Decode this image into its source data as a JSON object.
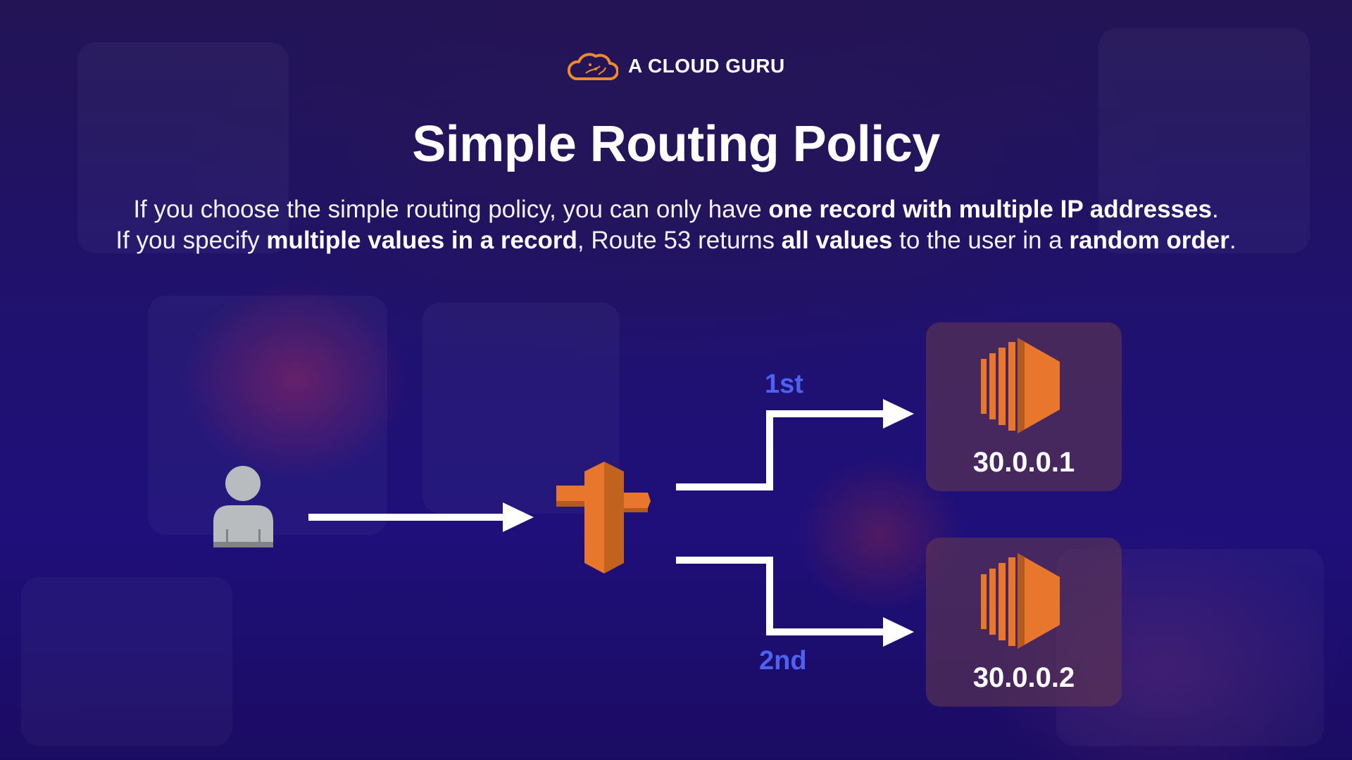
{
  "brand": {
    "name": "A CLOUD GURU",
    "accent_color": "#f08a2a",
    "logo_icon": "cloud-logo-icon"
  },
  "slide": {
    "title": "Simple Routing Policy",
    "description": {
      "line1": [
        {
          "text": "If you choose the simple routing policy, you can only have ",
          "bold": false
        },
        {
          "text": "one record with multiple IP addresses",
          "bold": true
        },
        {
          "text": ".",
          "bold": false
        }
      ],
      "line2": [
        {
          "text": "If you specify ",
          "bold": false
        },
        {
          "text": "multiple values in a record",
          "bold": true
        },
        {
          "text": ", Route 53 returns ",
          "bold": false
        },
        {
          "text": "all values",
          "bold": true
        },
        {
          "text": " to the user in a ",
          "bold": false
        },
        {
          "text": "random order",
          "bold": true
        },
        {
          "text": ".",
          "bold": false
        }
      ]
    }
  },
  "diagram": {
    "user_icon": "user-icon",
    "dns_icon": "route53-signpost-icon",
    "server_icon": "ec2-instance-icon",
    "label_color": "#4d62f0",
    "icon_color": "#e8762d",
    "routes": [
      {
        "order": "1st",
        "ip": "30.0.0.1"
      },
      {
        "order": "2nd",
        "ip": "30.0.0.2"
      }
    ]
  }
}
